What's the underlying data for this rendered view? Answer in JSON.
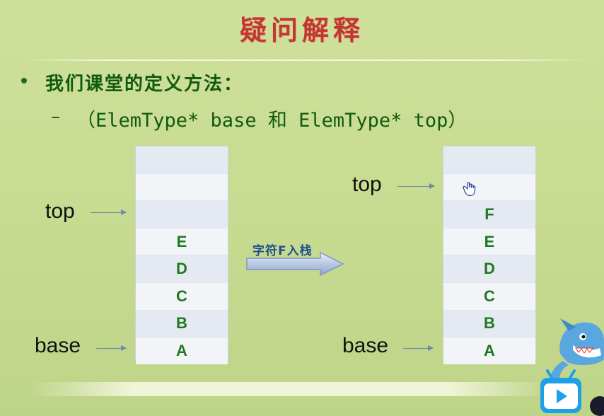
{
  "slide": {
    "title": "疑问解释",
    "bullet_text": "我们课堂的定义方法：",
    "sub_dash": "–",
    "sub_text": "（ElemType* base 和 ElemType* top）"
  },
  "left_stack": {
    "cells": [
      "",
      "",
      "",
      "E",
      "D",
      "C",
      "B",
      "A"
    ],
    "top_label": "top",
    "base_label": "base"
  },
  "push": {
    "label": "字符F入栈"
  },
  "right_stack": {
    "cells": [
      "",
      "",
      "F",
      "E",
      "D",
      "C",
      "B",
      "A"
    ],
    "top_label": "top",
    "base_label": "base"
  },
  "colors": {
    "title": "#c0392b",
    "text": "#0f5a0f",
    "cell_text": "#1f7a1f",
    "arrow": "#6f8aa8"
  },
  "icons": {
    "cursor": "hand-cursor-icon",
    "mascot": "shark-mascot-icon"
  }
}
